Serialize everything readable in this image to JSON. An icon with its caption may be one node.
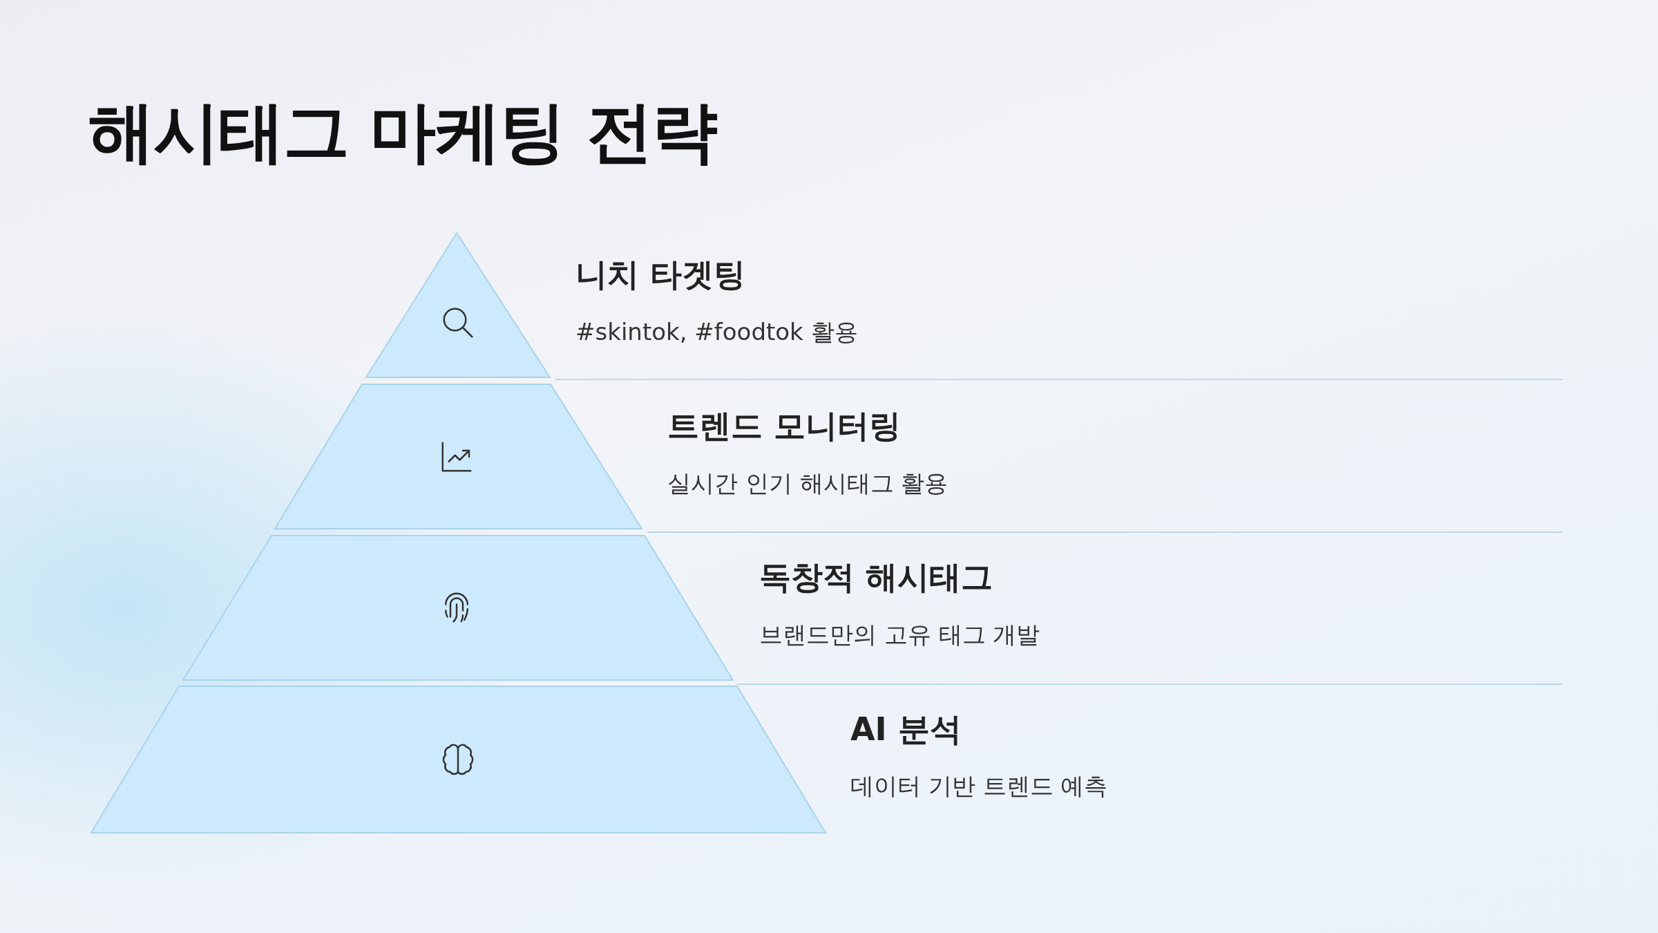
{
  "diagram": {
    "title": "해시태그 마케팅 전략",
    "nodes": [
      {
        "text": [
          "니치 타겟팅",
          "#skintok, #foodtok 활용"
        ]
      },
      {
        "text": [
          "트렌드 모니터링",
          "실시간 인기 해시태그 활용"
        ]
      },
      {
        "text": [
          "독창적 해시태그",
          "브랜드만의 고유 태그 개발"
        ]
      },
      {
        "text": [
          "AI 분석",
          "데이터 기반 트렌드 예측"
        ]
      }
    ]
  }
}
